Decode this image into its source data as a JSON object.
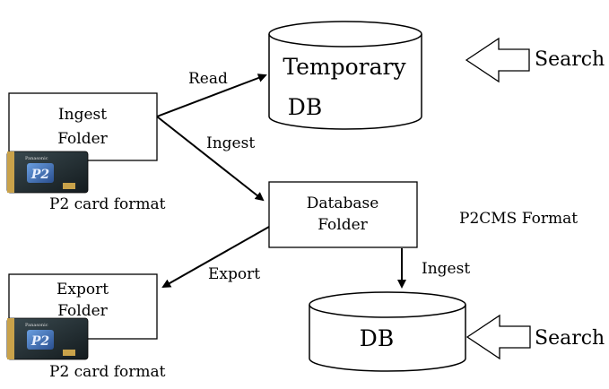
{
  "diagram": {
    "temporary_db": {
      "line1": "Temporary",
      "line2": "DB"
    },
    "db": {
      "label": "DB"
    },
    "search_top": "Search",
    "search_bottom": "Search",
    "ingest_folder": {
      "line1": "Ingest",
      "line2": "Folder"
    },
    "database_folder": {
      "line1": "Database",
      "line2": "Folder"
    },
    "export_folder": {
      "line1": "Export",
      "line2": "Folder"
    },
    "card_caption_top": "P2 card format",
    "card_caption_bottom": "P2 card format",
    "p2cms_format": "P2CMS Format",
    "arrows": {
      "read": "Read",
      "ingest_to_database": "Ingest",
      "export": "Export",
      "ingest_to_db": "Ingest"
    },
    "card": {
      "brand": "Panasonic",
      "logo": "P2"
    },
    "colors": {
      "stroke": "#000000",
      "card_body": "#1f2a2e",
      "card_gold": "#c9a24a",
      "card_blue": "#3c6db5"
    }
  }
}
